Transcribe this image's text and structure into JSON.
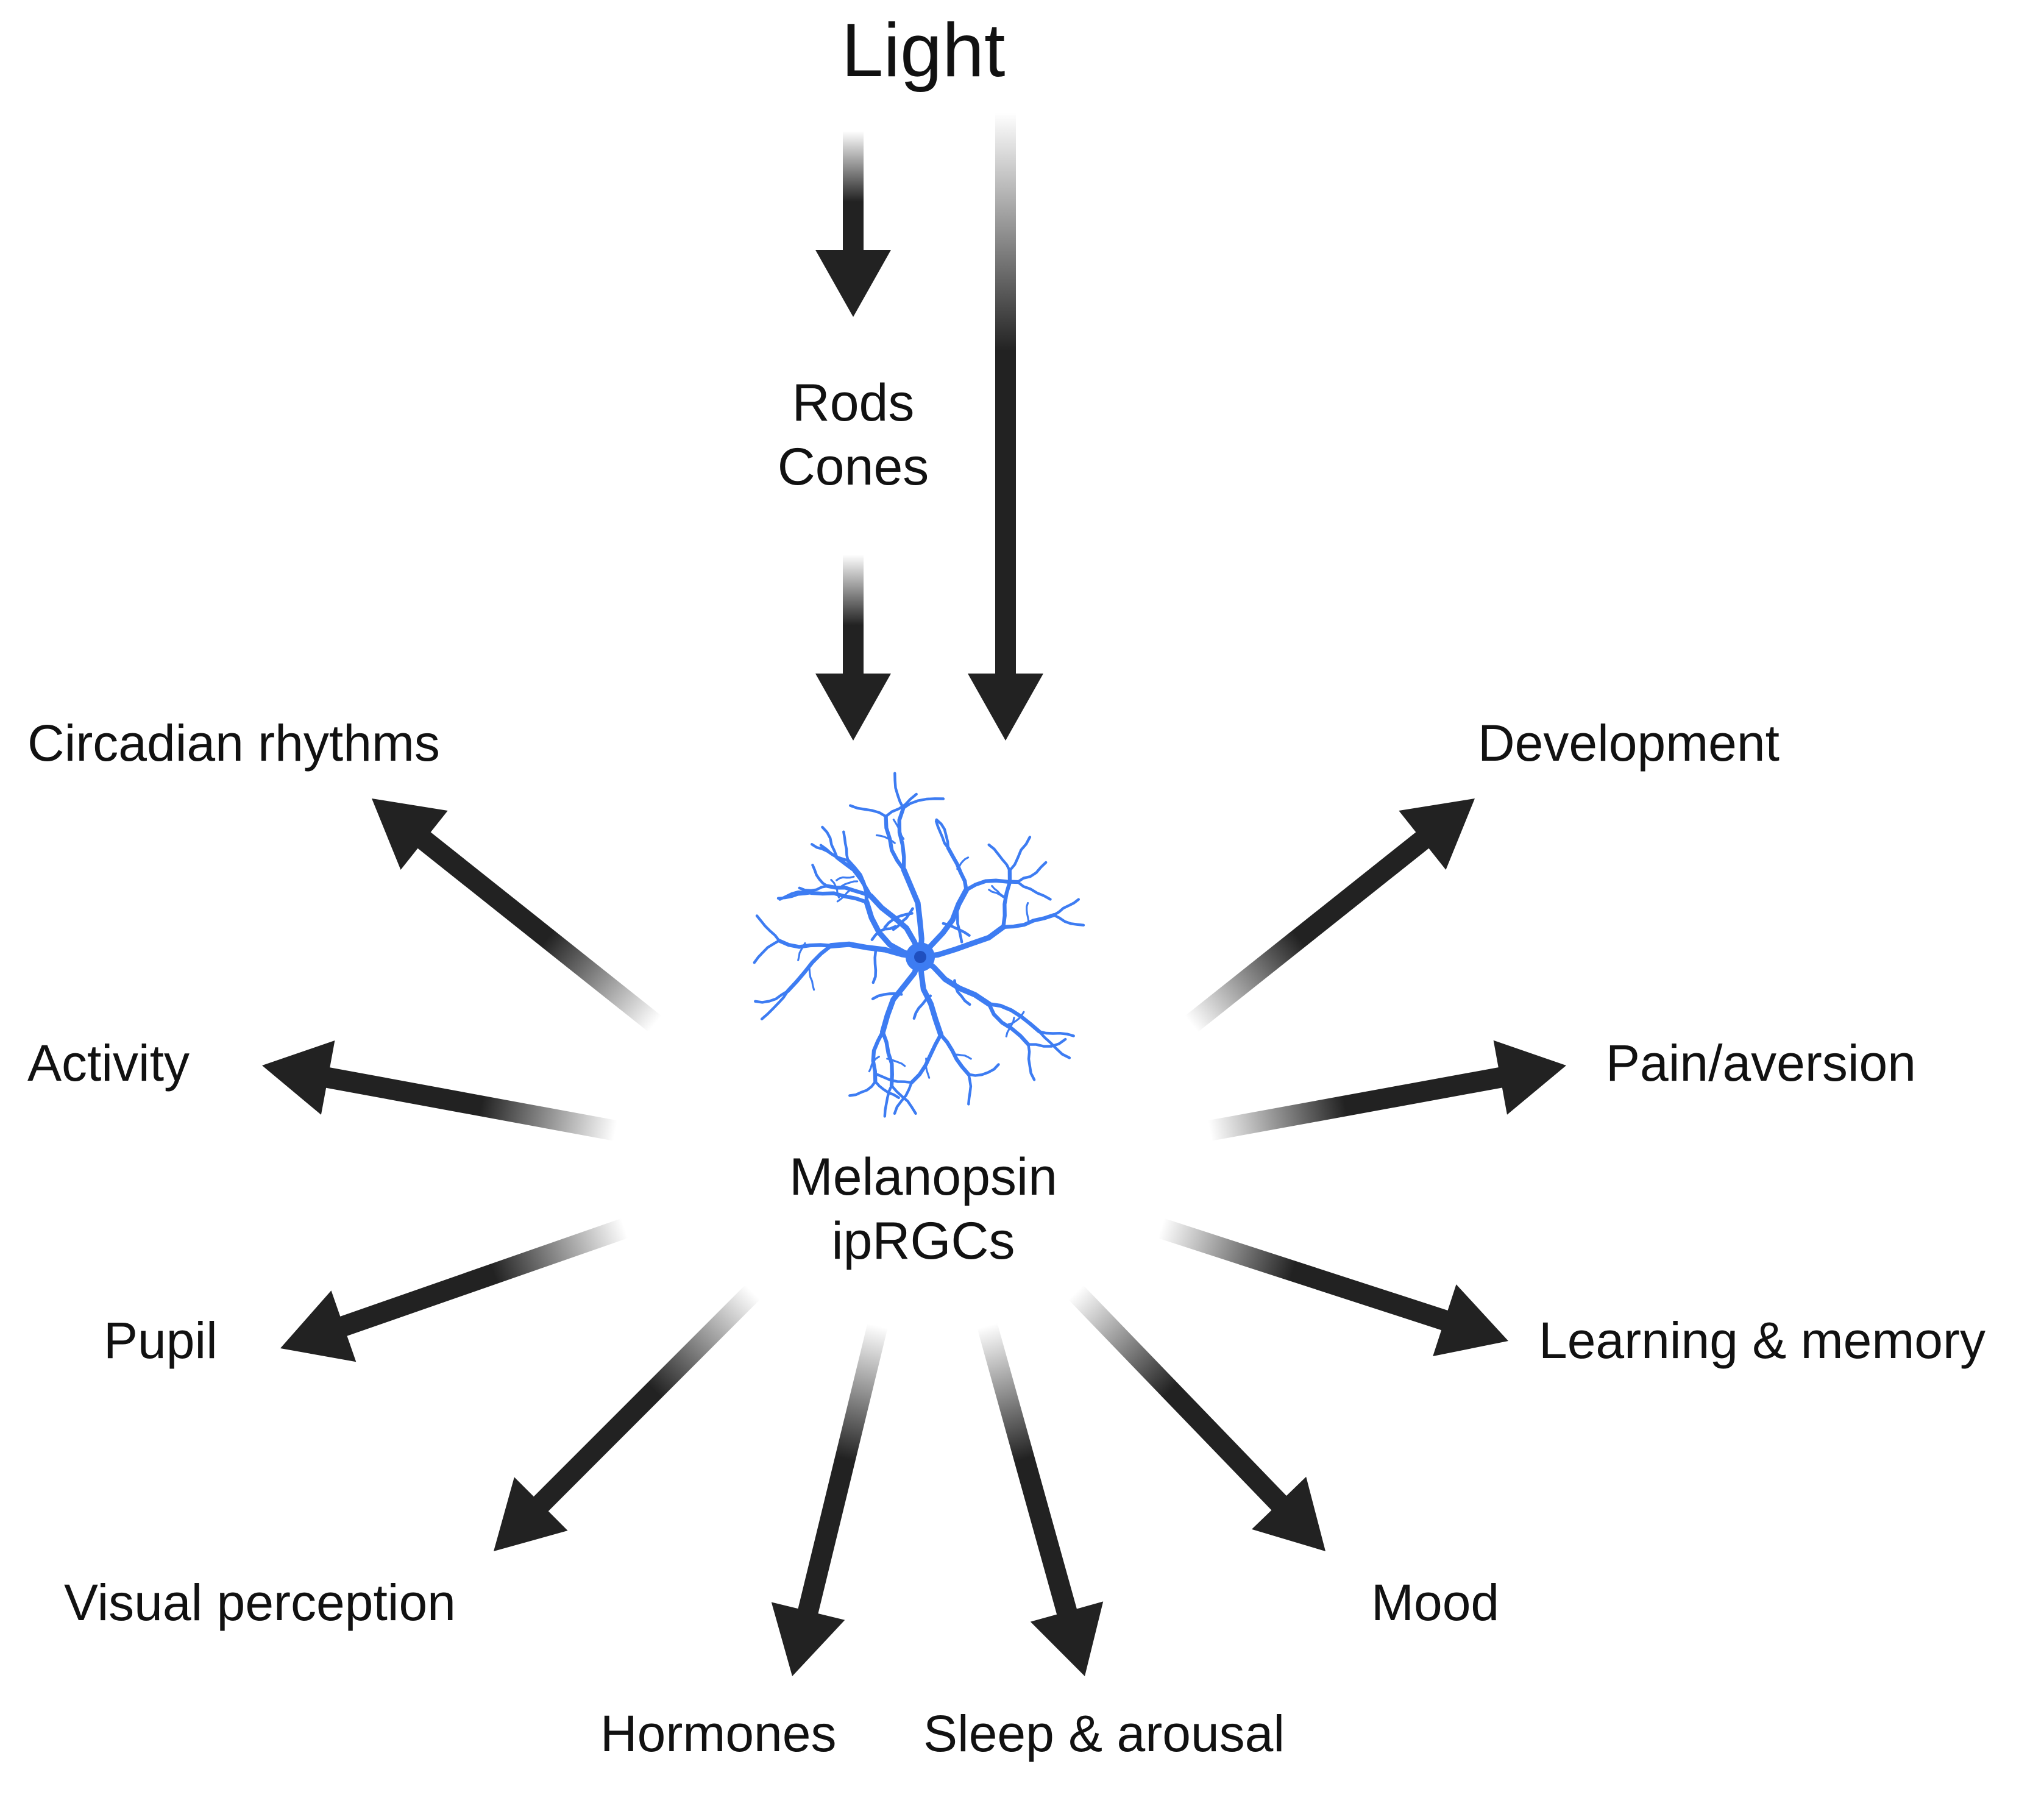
{
  "source": "Light",
  "photoreceptors": [
    "Rods",
    "Cones"
  ],
  "center": [
    "Melanopsin",
    "ipRGCs"
  ],
  "outputs": [
    "Circadian rhythms",
    "Activity",
    "Pupil",
    "Visual perception",
    "Hormones",
    "Sleep & arousal",
    "Mood",
    "Learning & memory",
    "Pain/aversion",
    "Development"
  ],
  "colors": {
    "arrow": "#222222",
    "neuron": "#3d7cf2",
    "text": "#111111",
    "background": "#ffffff"
  },
  "icons": {
    "center": "retinal-ganglion-neuron-icon"
  }
}
